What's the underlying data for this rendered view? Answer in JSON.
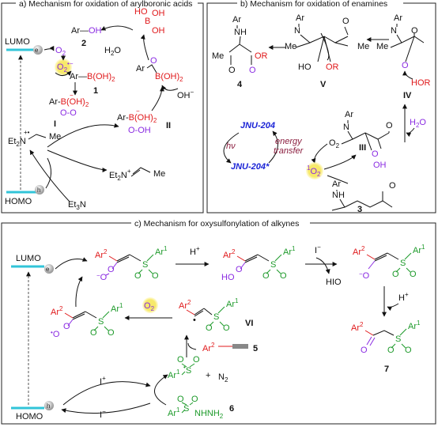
{
  "panels": {
    "a_title": "a) Mechanism for oxidation of arylboronic acids",
    "b_title": "b) Mechanism for oxidation of enamines",
    "c_title": "c) Mechanism for oxysulfonylation of alkynes"
  },
  "a": {
    "lumo": "LUMO",
    "homo": "HOMO",
    "e_minus": "e",
    "h_plus": "h",
    "o2": "O",
    "o2_sup": "2",
    "o2_radical": "O",
    "ar_oh": "Ar—OH",
    "label_2": "2",
    "ho": "HO",
    "b": "B",
    "oh1": "OH",
    "oh2": "OH",
    "h2o": "H",
    "h2o_sub": "2",
    "h2o_o": "O",
    "ar_b_oh2_1": "Ar—B(OH)",
    "sub2": "2",
    "label_1": "1",
    "ar_b_oh2_I": "Ar-B(OH)",
    "label_I": "I",
    "oo": "O-O",
    "ar_o": "Ar",
    "o_a": "O",
    "b_oh2_top": "B(OH)",
    "oh_minus": "OH",
    "ar_b_oh2_II": "Ar-B(OH)",
    "label_II": "II",
    "o_ooh": "O-OH",
    "et2n_plus": "Et",
    "et2n_n": "N",
    "me": "Me",
    "et2n_plus2": "Et",
    "et3n": "Et",
    "et3n_n": "N"
  },
  "b": {
    "ar": "Ar",
    "nh": "NH",
    "me": "Me",
    "or": "OR",
    "label_4": "4",
    "o": "O",
    "label_V": "V",
    "ho": "HO",
    "hor": "HOR",
    "label_IV": "IV",
    "h2o": "H",
    "h2o_sub": "2",
    "h2o_o": "O",
    "label_III": "III",
    "jnu204": "JNU-204",
    "jnu204_star": "JNU-204*",
    "hv": "hν",
    "energy_transfer_1": "energy",
    "energy_transfer_2": "transfer",
    "o2": "O",
    "o2_sub": "2",
    "singlet_o2": "O",
    "singlet_sup": "1",
    "label_3": "3",
    "n": "N",
    "oh": "OH",
    "n_eq": "N"
  },
  "c": {
    "lumo": "LUMO",
    "homo": "HOMO",
    "e_minus": "e",
    "h_plus": "h",
    "ar2": "Ar",
    "ar1": "Ar",
    "sup1": "1",
    "sup2": "2",
    "s": "S",
    "o": "O",
    "h_plus_top": "H",
    "i_minus_top": "I",
    "hio": "HIO",
    "h_plus_right": "H",
    "label_7": "7",
    "label_VI": "VI",
    "o2": "O",
    "o2_sub": "2",
    "label_5": "5",
    "n2": "N",
    "n2_sub": "2",
    "plus": "+",
    "i_plus": "I",
    "i_minus": "I",
    "nhnh2": "NHNH",
    "label_6": "6",
    "hoo": "HO"
  },
  "colors": {
    "red": "#e0191b",
    "green": "#1d9a2a",
    "purple": "#8a2be2",
    "blue": "#1a23d6",
    "cyan": "#31c4d8",
    "yellow": "#f7e96a"
  }
}
